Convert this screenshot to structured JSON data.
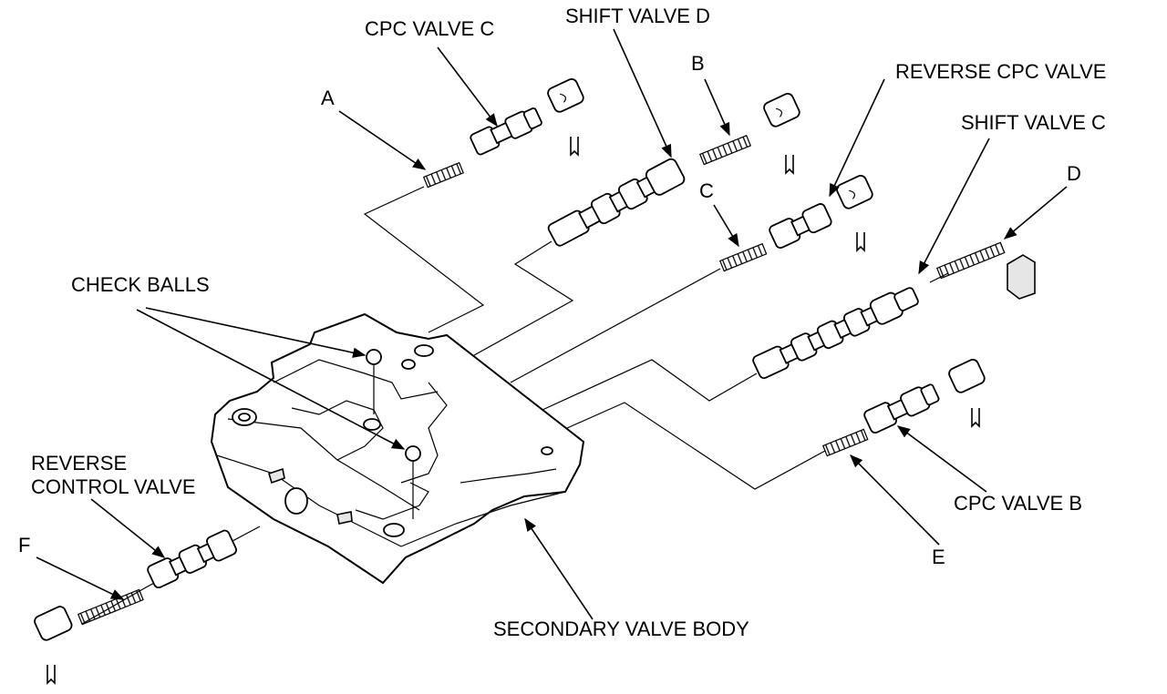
{
  "diagram": {
    "labels": {
      "cpc_valve_c": "CPC VALVE C",
      "shift_valve_d": "SHIFT VALVE D",
      "b": "B",
      "reverse_cpc_valve": "REVERSE CPC VALVE",
      "a": "A",
      "shift_valve_c": "SHIFT VALVE C",
      "c": "C",
      "d": "D",
      "check_balls": "CHECK BALLS",
      "reverse_control_valve_line1": "REVERSE",
      "reverse_control_valve_line2": "CONTROL VALVE",
      "f": "F",
      "cpc_valve_b": "CPC VALVE B",
      "e": "E",
      "secondary_valve_body": "SECONDARY VALVE BODY"
    }
  }
}
